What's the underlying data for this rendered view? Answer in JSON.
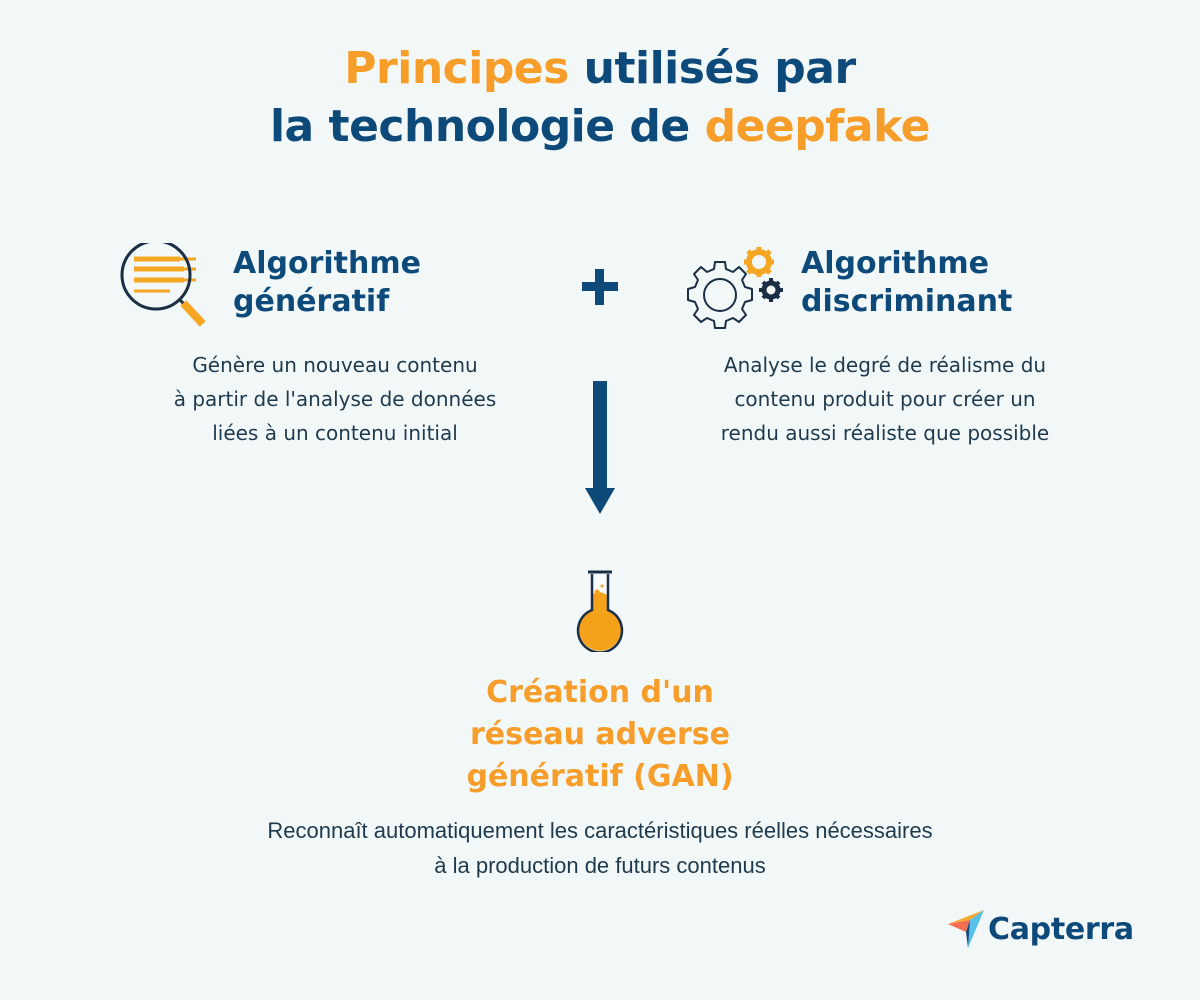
{
  "title": {
    "line1_highlight": "Principes",
    "line1_rest": " utilisés par",
    "line2_rest": "la technologie de ",
    "line2_highlight": "deepfake"
  },
  "left": {
    "icon": "magnifier-document-icon",
    "heading_line1": "Algorithme",
    "heading_line2": "génératif",
    "desc_line1": "Génère un nouveau contenu",
    "desc_line2": "à partir de l'analyse de données",
    "desc_line3": "liées à un contenu initial"
  },
  "connector": {
    "plus_icon": "plus-icon",
    "arrow_icon": "arrow-down-icon"
  },
  "right": {
    "icon": "gears-icon",
    "heading_line1": "Algorithme",
    "heading_line2": "discriminant",
    "desc_line1": "Analyse le degré de réalisme du",
    "desc_line2": "contenu produit pour créer un",
    "desc_line3": "rendu aussi réaliste que possible"
  },
  "result": {
    "icon": "flask-icon",
    "title_line1": "Création d'un",
    "title_line2": "réseau adverse",
    "title_line3": "génératif (GAN)",
    "desc_line1": "Reconnaît automatiquement les caractéristiques réelles nécessaires",
    "desc_line2": "à la production de futurs contenus"
  },
  "logo": {
    "text": "Capterra"
  },
  "colors": {
    "background": "#f2f7f8",
    "navy": "#0d4a7a",
    "orange": "#f79d2a",
    "text": "#1f3a4d"
  }
}
